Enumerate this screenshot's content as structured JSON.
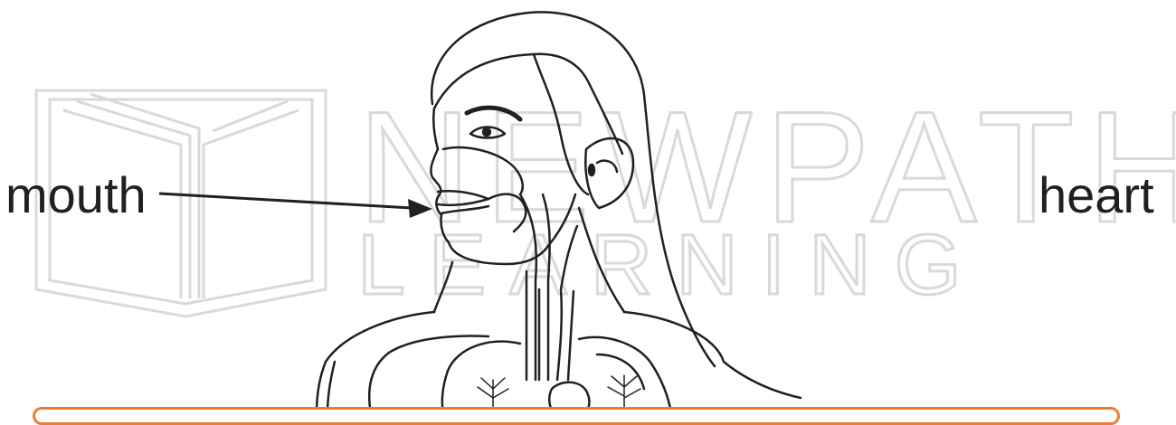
{
  "labels": {
    "mouth": "mouth",
    "heart": "heart"
  },
  "watermark": {
    "line1": "NEWPATH",
    "line2": "LEARNING",
    "color": "#d9d9d9"
  },
  "colors": {
    "ink": "#231f20",
    "answer_bar_border": "#ed7d31"
  },
  "icons": {
    "watermark_logo": "open-book-icon",
    "pointer": "arrow-icon"
  }
}
